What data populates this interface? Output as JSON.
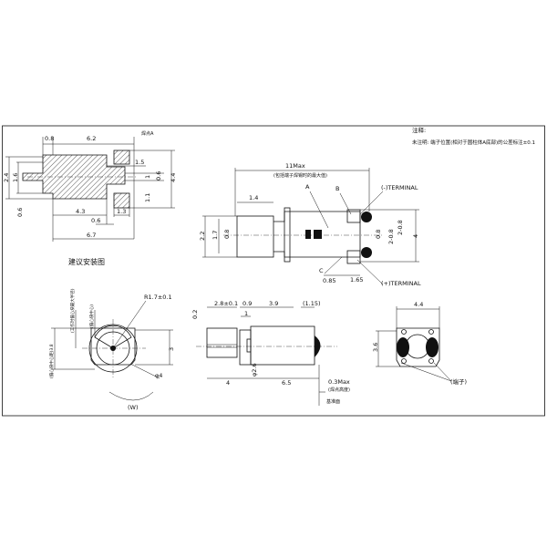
{
  "notes": {
    "title": "注释:",
    "line1": "未注明: 端子位置(相对于圆柱体A底部)的公差标注±0.1"
  },
  "mount": {
    "caption": "建议安装图",
    "solder_point": "焊点A",
    "dims": [
      "0.8",
      "6.2",
      "1.5",
      "1",
      "0.6",
      "4.4",
      "1.1",
      "1.3",
      "4.3",
      "0.6",
      "6.7",
      "2.4",
      "1.6",
      "0.6"
    ]
  },
  "top_view": {
    "overall": "11Max",
    "overall_note": "(包括端子焊锡时的最大值)",
    "weight_len": "1.4",
    "label_a": "A",
    "label_b": "B",
    "label_c": "C",
    "neg_terminal": "(-)TERMINAL",
    "pos_terminal": "(+)TERMINAL",
    "dims": [
      "2.2",
      "1.7",
      "0.8",
      "0.8",
      "2-0.8",
      "2-0.8",
      "4",
      "0.85",
      "1.65"
    ]
  },
  "end_view": {
    "radius": "R1.7±0.1",
    "height": "3",
    "diameter": "φ4",
    "rotation": "(W)",
    "v_labels": [
      "(工作时偏心块最大半径)",
      "(偏心块中心)",
      "(偏心块中心距)3.8"
    ]
  },
  "side_view": {
    "dims": [
      "2.8±0.1",
      "0.9",
      "3.9",
      "(1.15)",
      "0.2",
      "1",
      "4",
      "6.5",
      "φ2.6"
    ],
    "solder_max": "0.3Max",
    "solder_note": "(焊点高度)",
    "datum": "基准面"
  },
  "rear_view": {
    "width": "4.4",
    "height": "3.6",
    "terminal_note": "(端子)"
  }
}
